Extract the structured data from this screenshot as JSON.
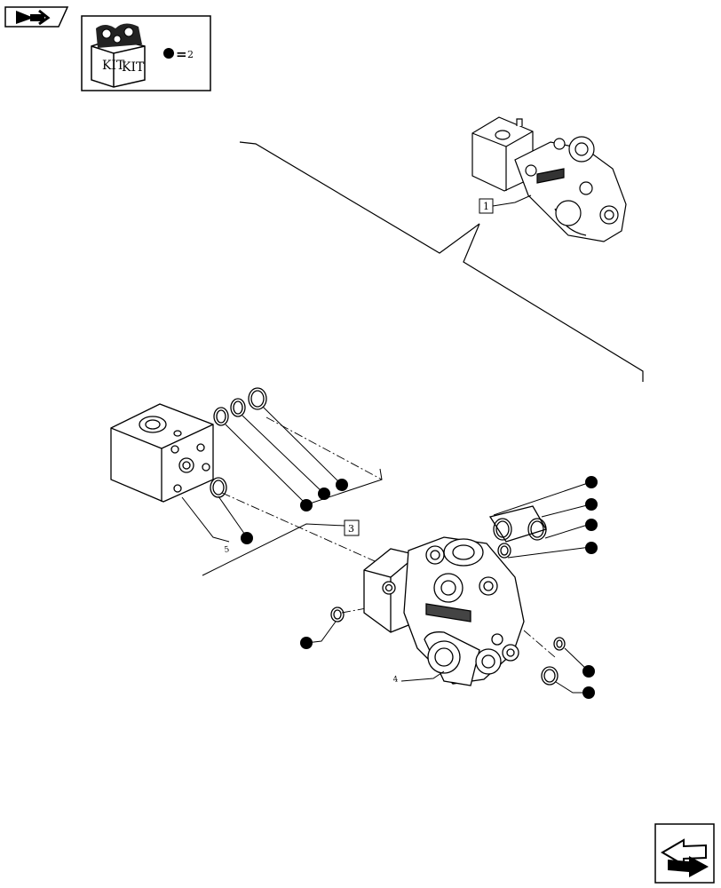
{
  "kit_legend": {
    "kit_label_left": "KIT",
    "kit_label_right": "KIT",
    "equals": "=",
    "quantity": "2"
  },
  "callouts": {
    "ref_1": "1",
    "ref_3": "3",
    "item_5": "5",
    "item_4": "4"
  },
  "icons": {
    "prev": "back-arrow-icon",
    "next": "next-page-arrow-icon",
    "kit_marker": "filled-circle-icon"
  }
}
